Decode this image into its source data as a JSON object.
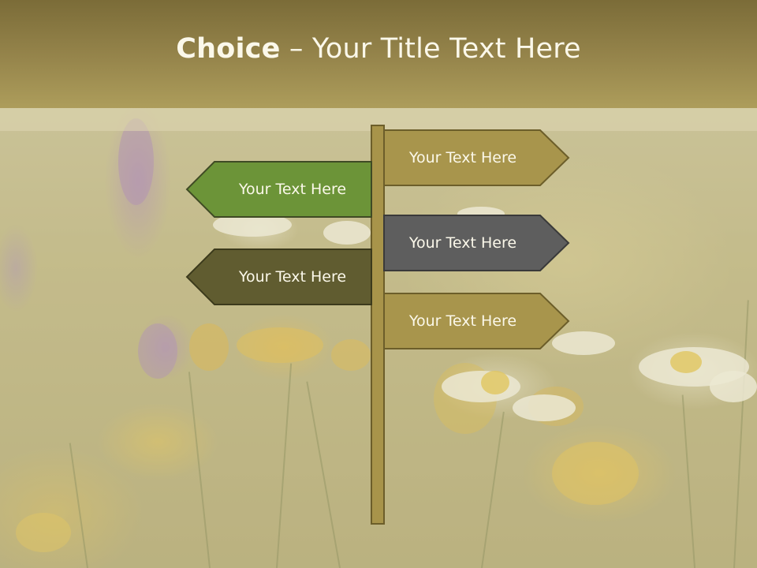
{
  "slide": {
    "title_bold": "Choice",
    "title_rest": " – Your Title Text Here"
  },
  "signs": [
    {
      "text": "Your Text Here",
      "color": "#a8954c"
    },
    {
      "text": "Your Text Here",
      "color": "#6c9438"
    },
    {
      "text": "Your Text Here",
      "color": "#5e5e5e"
    },
    {
      "text": "Your Text Here",
      "color": "#605c30"
    },
    {
      "text": "Your Text Here",
      "color": "#a8954c"
    }
  ],
  "colors": {
    "title_bar": "#94834a",
    "post": "#a8944a"
  }
}
